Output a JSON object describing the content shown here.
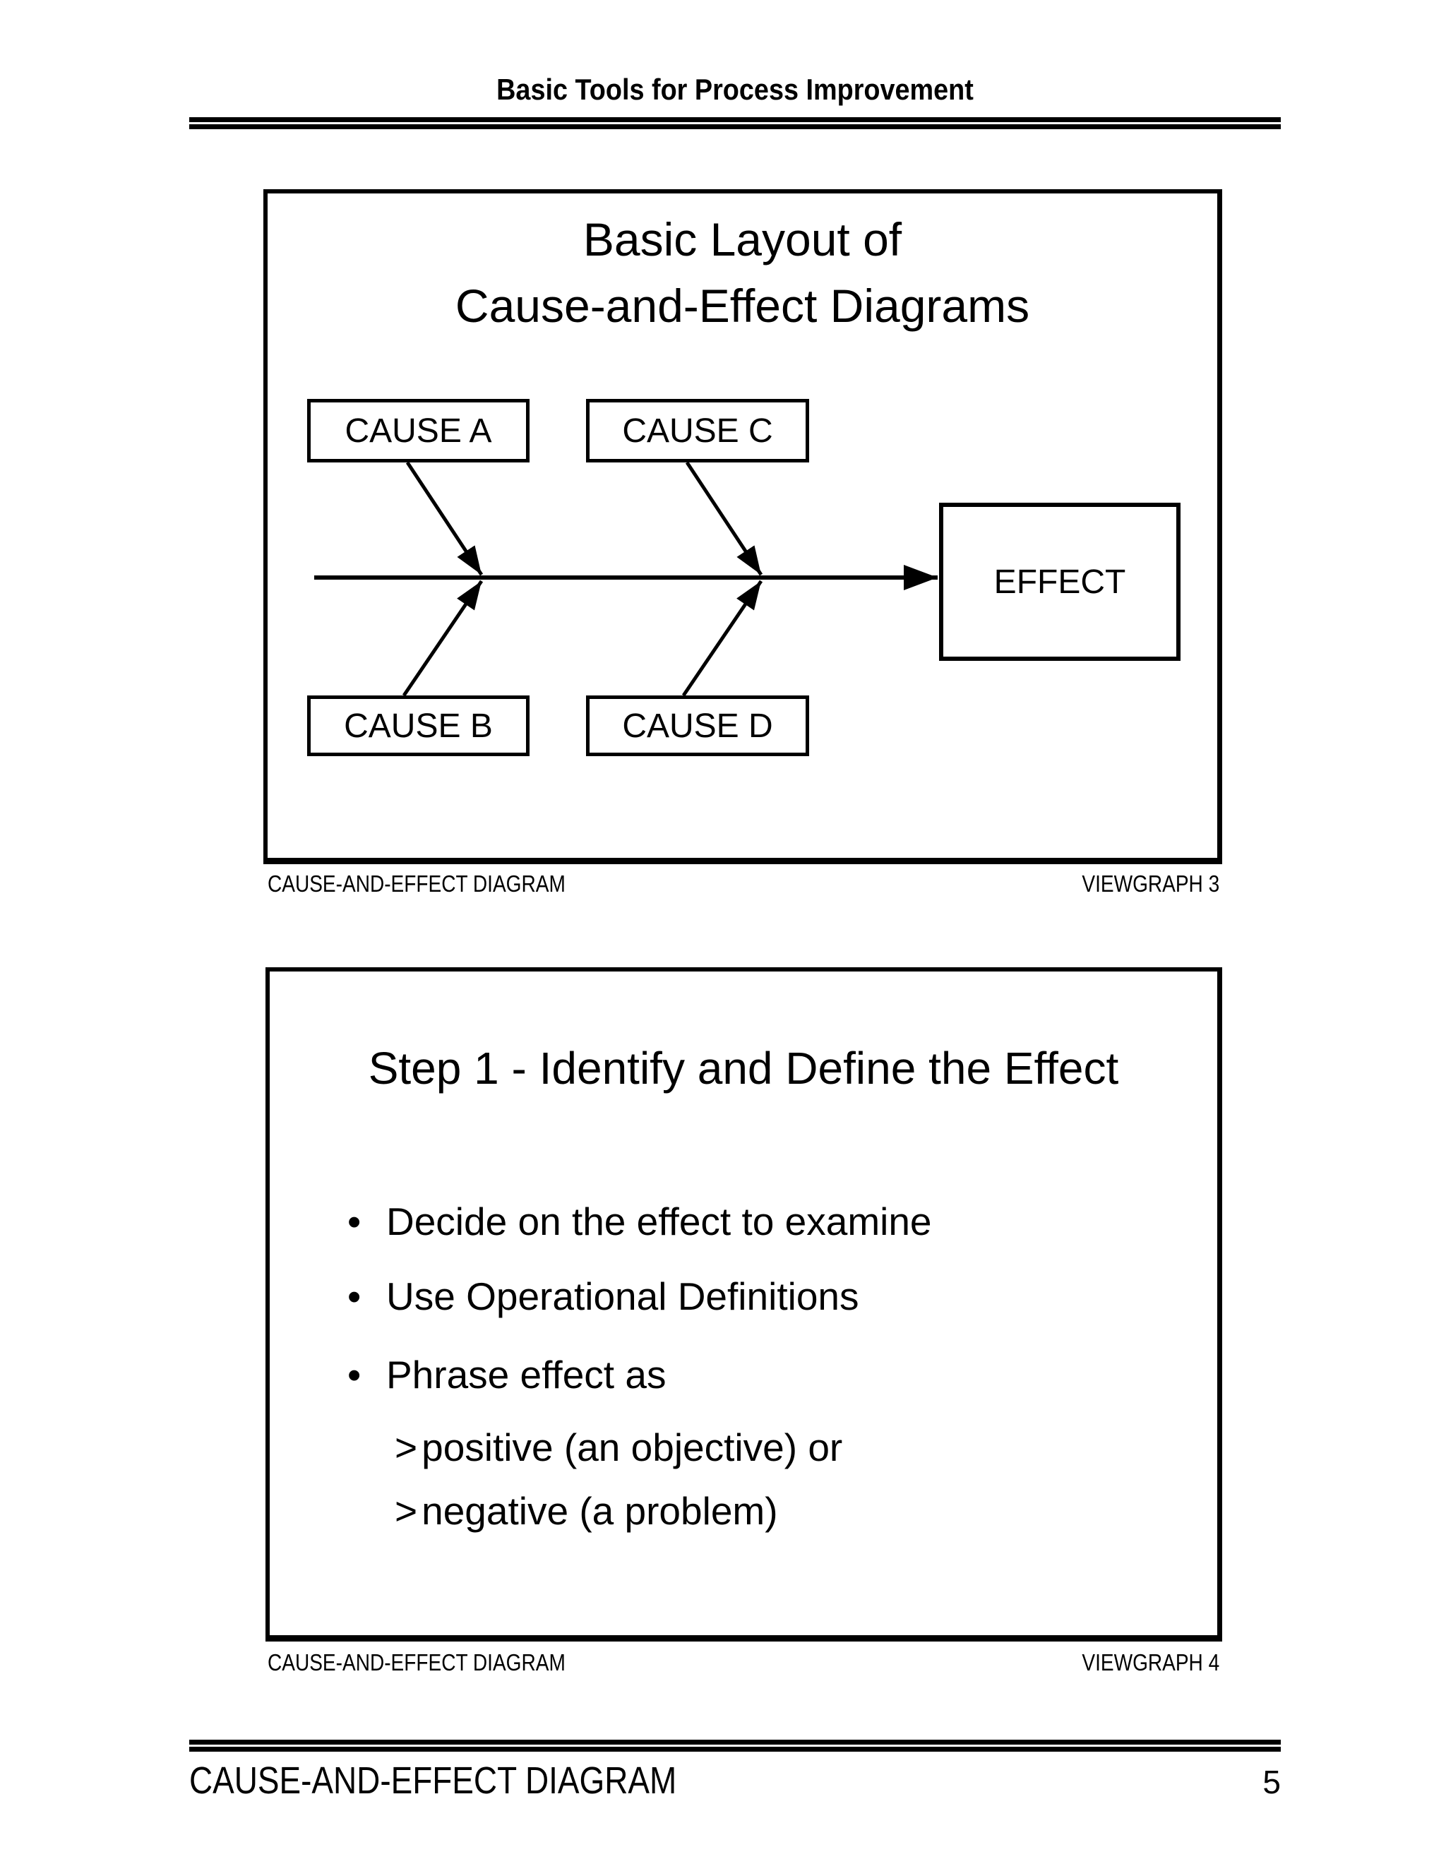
{
  "header": {
    "title": "Basic Tools for Process Improvement"
  },
  "viewgraph1": {
    "title_line1": "Basic Layout of",
    "title_line2": "Cause-and-Effect Diagrams",
    "diagram": {
      "causes": [
        {
          "label": "CAUSE A"
        },
        {
          "label": "CAUSE B"
        },
        {
          "label": "CAUSE C"
        },
        {
          "label": "CAUSE D"
        }
      ],
      "effect_label": "EFFECT"
    },
    "caption_left": "CAUSE-AND-EFFECT DIAGRAM",
    "caption_right": "VIEWGRAPH 3"
  },
  "viewgraph2": {
    "title": "Step 1 - Identify and Define the Effect",
    "bullets": [
      {
        "marker": "•",
        "text": "Decide on the effect to examine",
        "level": 1
      },
      {
        "marker": "•",
        "text": "Use Operational Definitions",
        "level": 1
      },
      {
        "marker": "•",
        "text": "Phrase effect as",
        "level": 1
      },
      {
        "marker": ">",
        "text": "positive (an objective) or",
        "level": 2
      },
      {
        "marker": ">",
        "text": "negative (a problem)",
        "level": 2
      }
    ],
    "caption_left": "CAUSE-AND-EFFECT DIAGRAM",
    "caption_right": "VIEWGRAPH 4"
  },
  "footer": {
    "left": "CAUSE-AND-EFFECT DIAGRAM",
    "page_number": "5"
  }
}
